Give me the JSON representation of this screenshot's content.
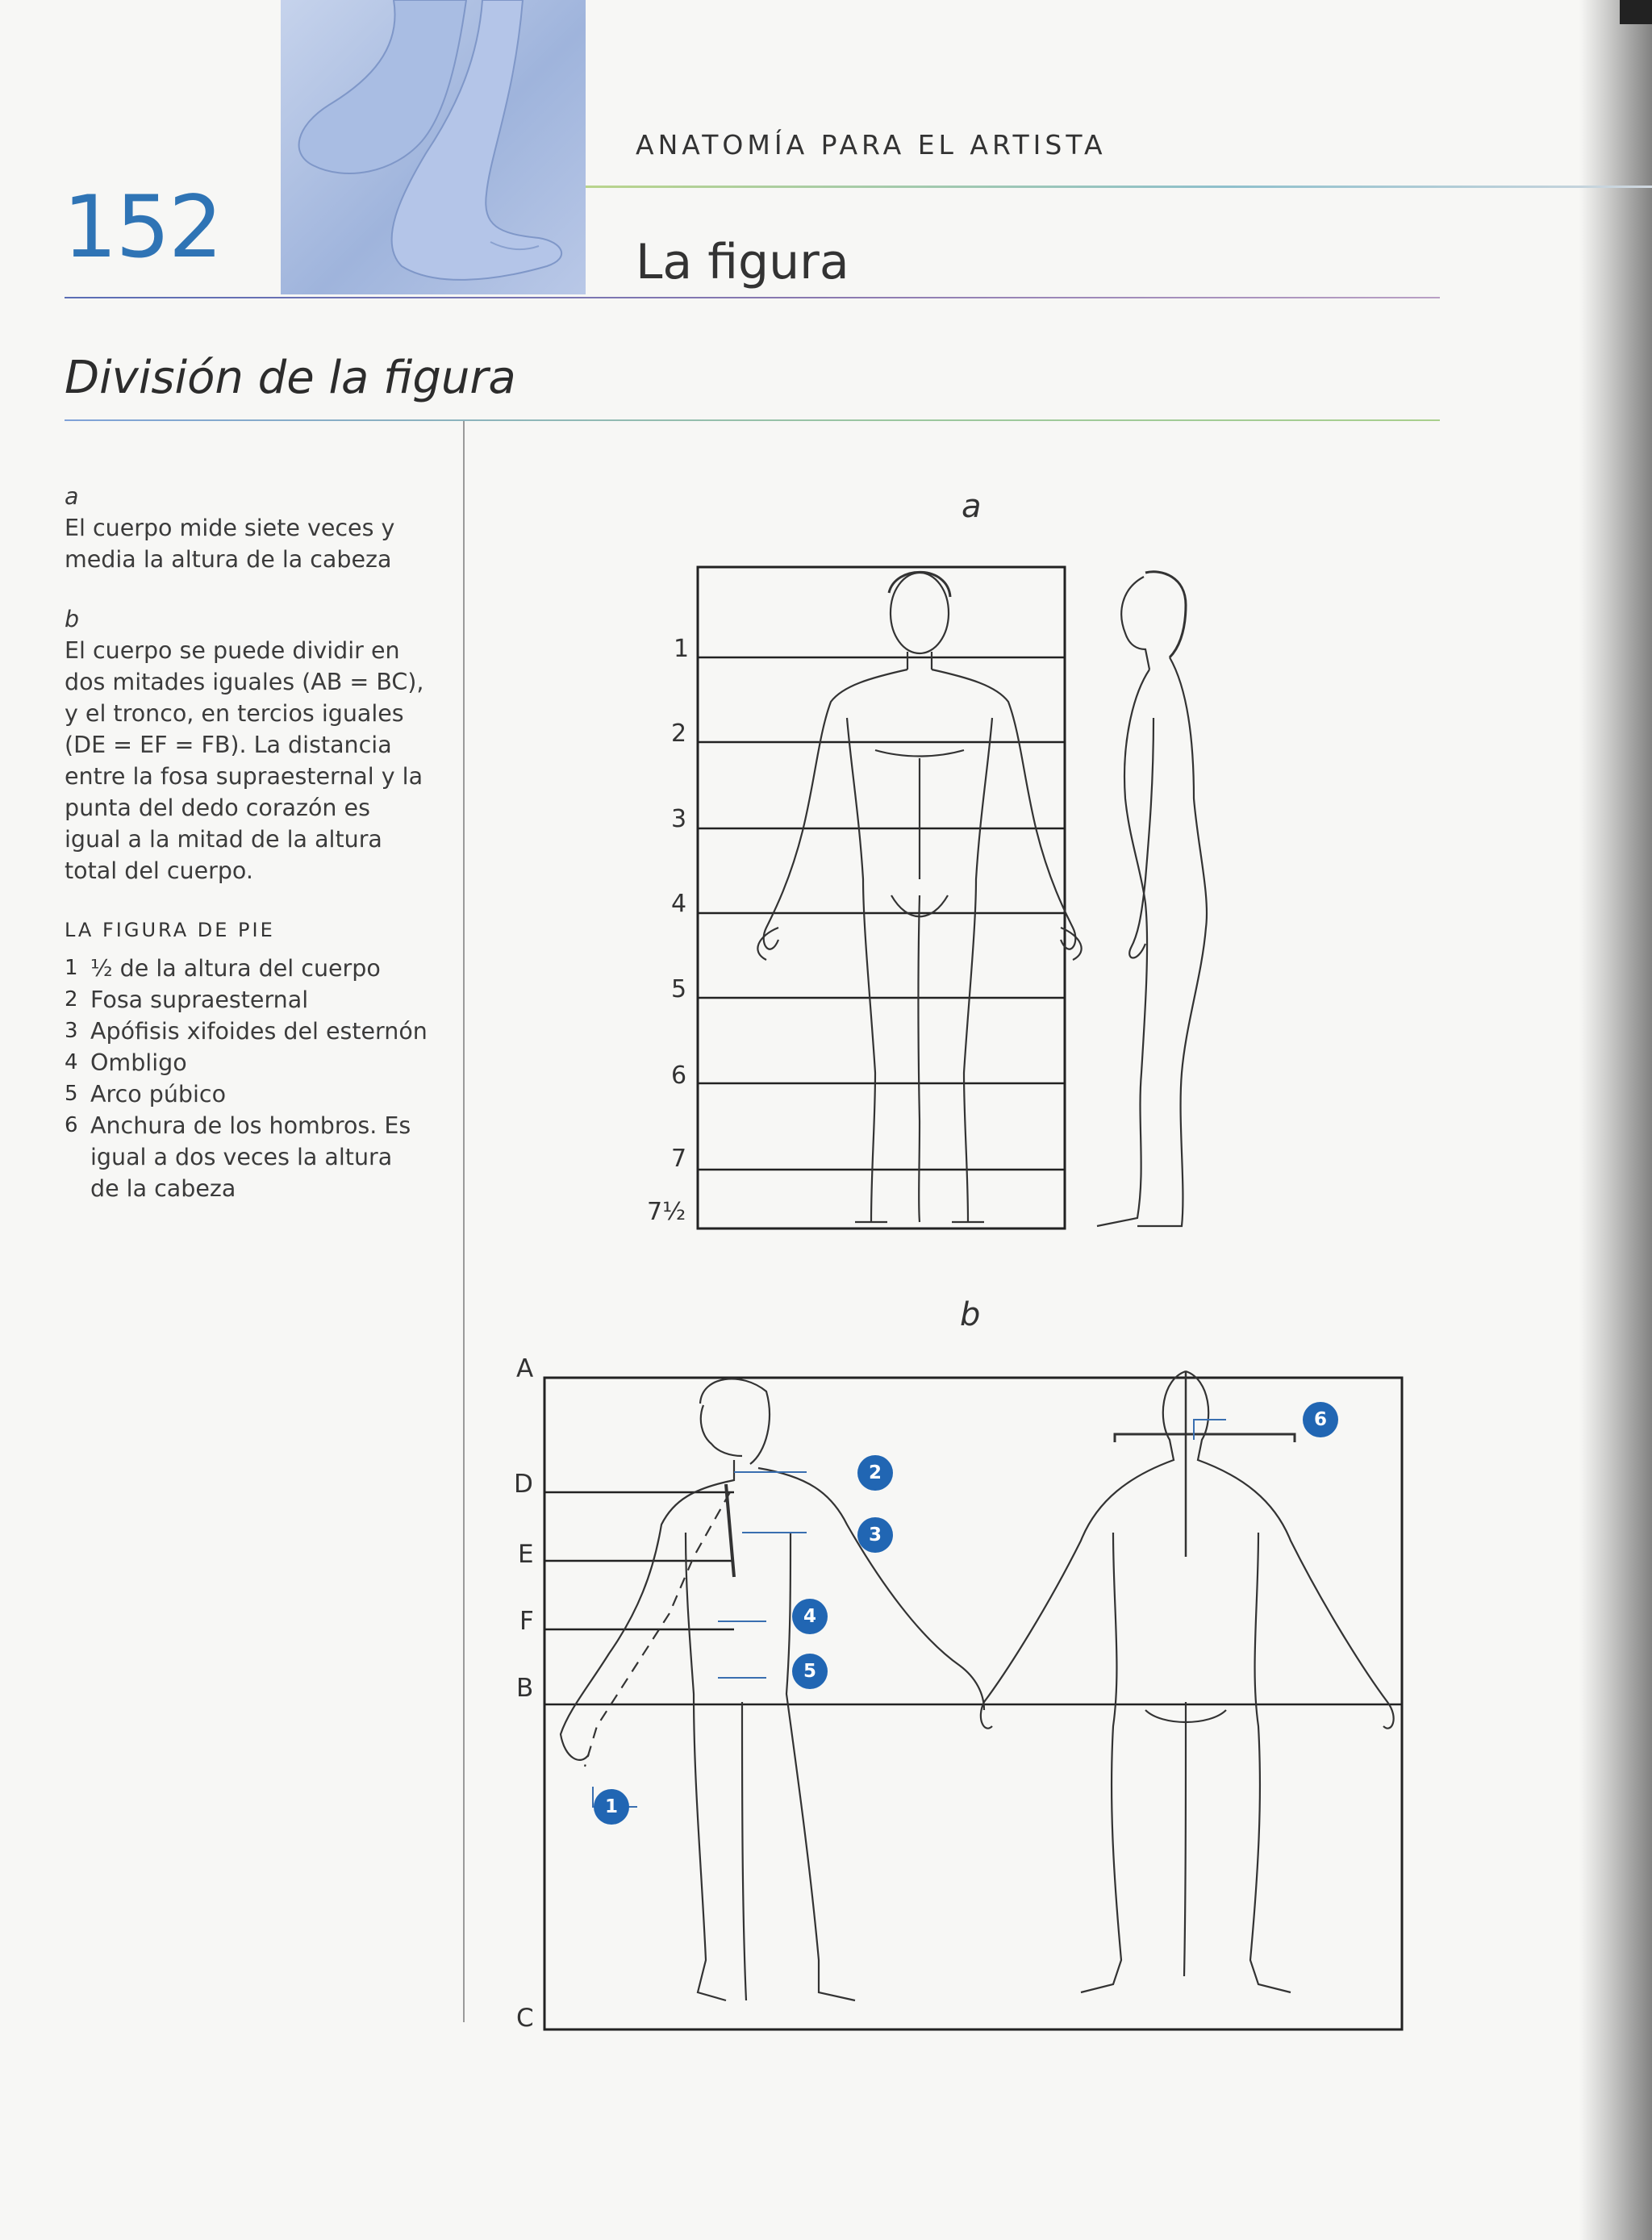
{
  "header": {
    "page_number": "152",
    "running_head": "ANATOMÍA PARA EL ARTISTA",
    "chapter_title": "La figura"
  },
  "section_title": "División de la figura",
  "sidebar": {
    "a_tag": "a",
    "a_text": "El cuerpo mide siete veces y media la altura de la cabeza",
    "b_tag": "b",
    "b_text": "El cuerpo se puede dividir en dos mitades iguales (AB = BC), y el tronco, en tercios iguales (DE = EF = FB). La distancia entre la fosa supraesternal y la punta del dedo corazón es igual a la mitad de la altura total del cuerpo.",
    "list_title": "LA FIGURA DE PIE",
    "items": [
      {
        "num": "1",
        "text": "½ de la altura del cuerpo"
      },
      {
        "num": "2",
        "text": "Fosa supraesternal"
      },
      {
        "num": "3",
        "text": "Apófisis xifoides del esternón"
      },
      {
        "num": "4",
        "text": "Ombligo"
      },
      {
        "num": "5",
        "text": "Arco púbico"
      },
      {
        "num": "6",
        "text": "Anchura de los hombros. Es igual a dos veces la altura de la cabeza"
      }
    ]
  },
  "figure_a": {
    "label": "a",
    "line_numbers": [
      "1",
      "2",
      "3",
      "4",
      "5",
      "6",
      "7",
      "7½"
    ]
  },
  "figure_b": {
    "label": "b",
    "letters": [
      "A",
      "D",
      "E",
      "F",
      "B",
      "C"
    ],
    "badges": [
      "1",
      "2",
      "3",
      "4",
      "5",
      "6"
    ]
  },
  "colors": {
    "accent_blue": "#2f74b5",
    "badge_blue": "#2166b3"
  }
}
